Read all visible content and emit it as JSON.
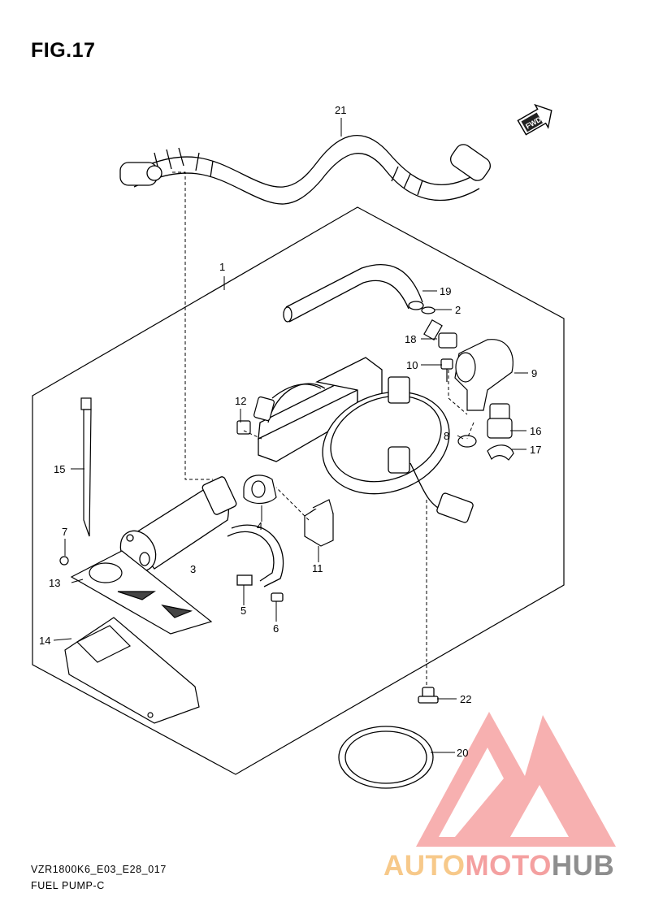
{
  "figure": {
    "title": "FIG.17"
  },
  "callouts": [
    "1",
    "2",
    "3",
    "4",
    "5",
    "6",
    "7",
    "8",
    "9",
    "10",
    "11",
    "12",
    "13",
    "14",
    "15",
    "16",
    "17",
    "18",
    "19",
    "20",
    "21",
    "22"
  ],
  "orientation_badge": {
    "label": "FWD"
  },
  "footer": {
    "code": "VZR1800K6_E03_E28_017",
    "name": "FUEL PUMP-C"
  },
  "watermark": {
    "parts": [
      "AUTO",
      "MOTO",
      "HUB"
    ],
    "colors": {
      "auto": "#F7C98A",
      "moto": "#F4A0A0",
      "hub": "#8E8E8E",
      "triangle": "#F6A3A3"
    }
  }
}
